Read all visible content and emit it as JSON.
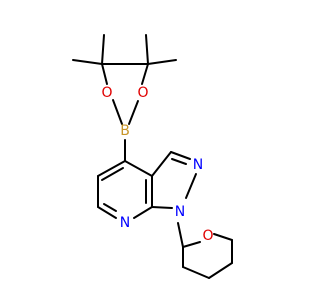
{
  "atoms": {
    "boron": {
      "symbol": "B",
      "color": "#c8962a"
    },
    "o_left": {
      "symbol": "O",
      "color": "#e00000"
    },
    "o_right": {
      "symbol": "O",
      "color": "#e00000"
    },
    "n_pyrazole": {
      "symbol": "N",
      "color": "#0000ff"
    },
    "n_pyridine": {
      "symbol": "N",
      "color": "#0000ff"
    },
    "n1": {
      "symbol": "N",
      "color": "#0000ff"
    },
    "o_thp": {
      "symbol": "O",
      "color": "#e00000"
    }
  },
  "bond_color": "#000000"
}
